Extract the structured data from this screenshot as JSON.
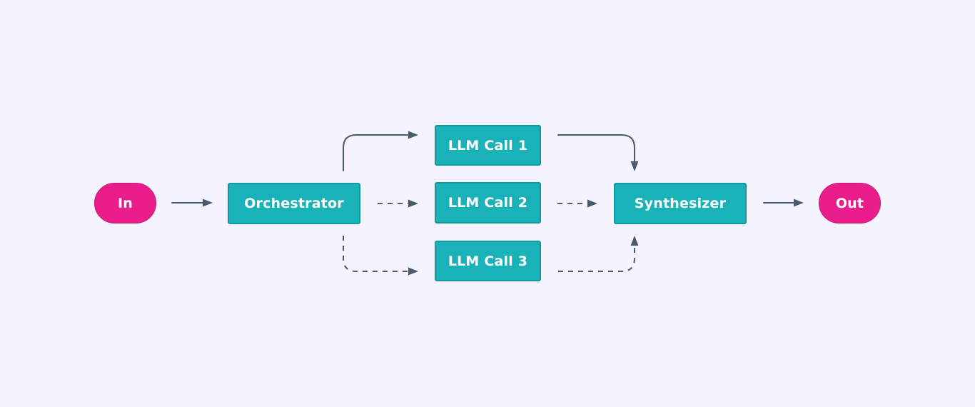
{
  "diagram": {
    "nodes": {
      "input": "In",
      "orchestrator": "Orchestrator",
      "llm_call_1": "LLM Call 1",
      "llm_call_2": "LLM Call 2",
      "llm_call_3": "LLM Call 3",
      "synthesizer": "Synthesizer",
      "output": "Out"
    },
    "edges": [
      {
        "from": "input",
        "to": "orchestrator",
        "style": "solid"
      },
      {
        "from": "orchestrator",
        "to": "llm_call_1",
        "style": "solid"
      },
      {
        "from": "orchestrator",
        "to": "llm_call_2",
        "style": "dashed"
      },
      {
        "from": "orchestrator",
        "to": "llm_call_3",
        "style": "dashed"
      },
      {
        "from": "llm_call_1",
        "to": "synthesizer",
        "style": "solid"
      },
      {
        "from": "llm_call_2",
        "to": "synthesizer",
        "style": "dashed"
      },
      {
        "from": "llm_call_3",
        "to": "synthesizer",
        "style": "dashed"
      },
      {
        "from": "synthesizer",
        "to": "output",
        "style": "solid"
      }
    ]
  },
  "colors": {
    "background": "#f5f3fd",
    "terminal_fill": "#e91e8c",
    "process_fill": "#18b2b8",
    "edge": "#4a5a6c"
  }
}
